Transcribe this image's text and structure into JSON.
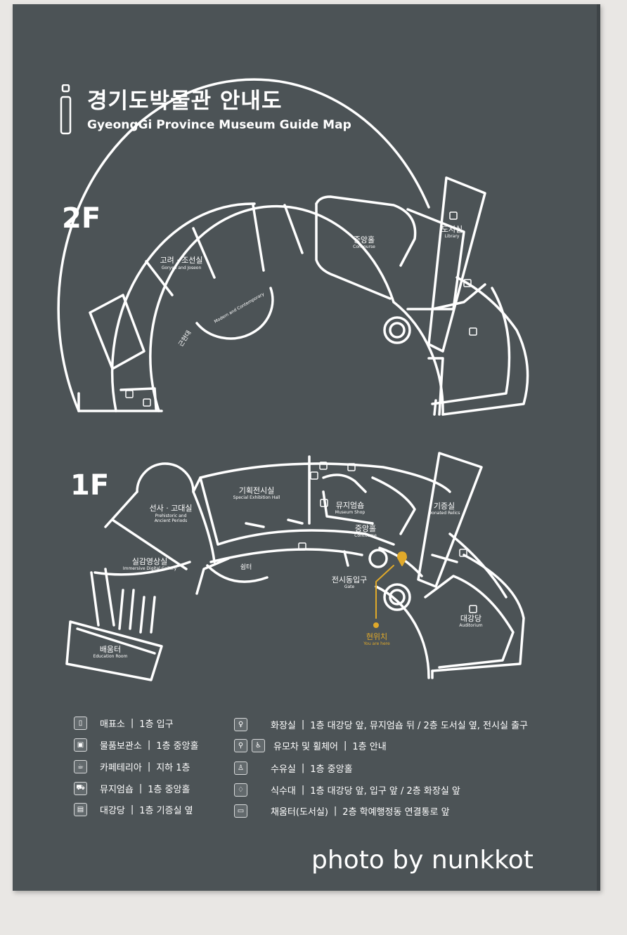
{
  "title": {
    "ko": "경기도박물관 안내도",
    "en": "GyeongGi Province Museum Guide Map"
  },
  "floors": {
    "f2": {
      "name": "2F",
      "rooms": [
        {
          "ko": "고려 · 조선실",
          "en": "Goryeo and Joseon"
        },
        {
          "ko": "중앙홀",
          "en": "Concourse"
        },
        {
          "ko": "도서실",
          "en": "Library"
        },
        {
          "ko": "근현대",
          "en": "Modern and Contemporary"
        }
      ]
    },
    "f1": {
      "name": "1F",
      "rooms": [
        {
          "ko": "선사 · 고대실",
          "en": "Prehistoric and Ancient Periods"
        },
        {
          "ko": "기획전시실",
          "en": "Special Exhibition Hall"
        },
        {
          "ko": "뮤지엄숍",
          "en": "Museum Shop"
        },
        {
          "ko": "중앙홀",
          "en": "Concourse"
        },
        {
          "ko": "기증실",
          "en": "Donated Relics"
        },
        {
          "ko": "실감영상실",
          "en": "Immersive Digital Gallery"
        },
        {
          "ko": "쉼터",
          "en": ""
        },
        {
          "ko": "전시동입구",
          "en": "Gate"
        },
        {
          "ko": "대강당",
          "en": "Auditorium"
        },
        {
          "ko": "배움터",
          "en": "Education Room"
        }
      ],
      "you_are_here": {
        "ko": "현위치",
        "en": "You are here"
      }
    }
  },
  "legend": [
    {
      "icon": "ticket-icon",
      "name": "매표소",
      "detail": "1층 입구"
    },
    {
      "icon": "locker-icon",
      "name": "물품보관소",
      "detail": "1층 중앙홀"
    },
    {
      "icon": "cafe-icon",
      "name": "카페테리아",
      "detail": "지하 1층"
    },
    {
      "icon": "cart-icon",
      "name": "뮤지엄숍",
      "detail": "1층 중앙홀"
    },
    {
      "icon": "auditorium-icon",
      "name": "대강당",
      "detail": "1층 기증실 옆"
    },
    {
      "icon": "restroom-icon",
      "name": "화장실",
      "detail": "1층 대강당 앞, 뮤지엄숍 뒤 / 2층 도서실 옆, 전시실 출구"
    },
    {
      "icon": "stroller-wheelchair-icon",
      "name": "유모차 및 휠체어",
      "detail": "1층 안내"
    },
    {
      "icon": "nursing-room-icon",
      "name": "수유실",
      "detail": "1층 중앙홀"
    },
    {
      "icon": "water-fountain-icon",
      "name": "식수대",
      "detail": "1층 대강당 앞, 입구 앞 / 2층 화장실 앞"
    },
    {
      "icon": "tablet-icon",
      "name": "채움터(도서실)",
      "detail": "2층 학예행정동 연결통로 앞"
    }
  ],
  "separator": "|",
  "credit": "photo by nunkkot",
  "colors": {
    "board": "#4c5356",
    "line": "#ffffff",
    "here": "#e0a92a"
  }
}
